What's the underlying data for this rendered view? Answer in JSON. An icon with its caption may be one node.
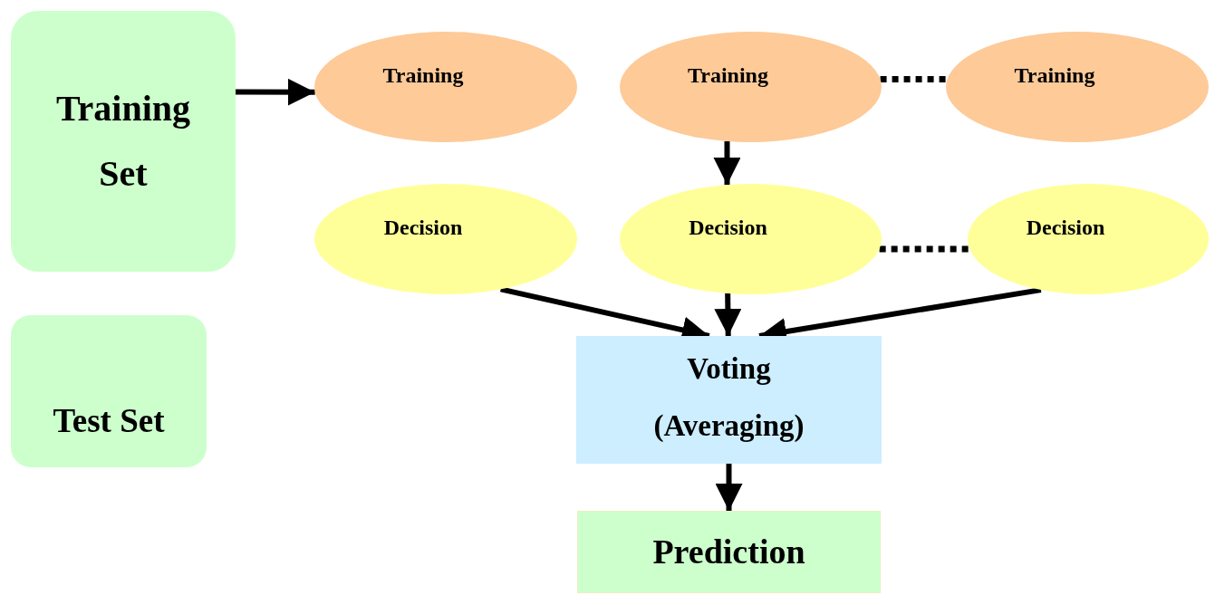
{
  "diagram": {
    "nodes": [
      {
        "text": [
          "Training Set"
        ]
      },
      {
        "text": [
          "Test Set"
        ]
      },
      {
        "text": [
          "Training"
        ]
      },
      {
        "text": [
          "Training"
        ]
      },
      {
        "text": [
          "Training"
        ]
      },
      {
        "text": [
          "Decision"
        ]
      },
      {
        "text": [
          "Decision"
        ]
      },
      {
        "text": [
          "Decision"
        ]
      },
      {
        "text": [
          "Voting",
          "(Averaging)"
        ]
      },
      {
        "text": [
          "Prediction"
        ]
      }
    ],
    "edges": [
      {
        "from": 0,
        "to": 2,
        "arrow": "to"
      },
      {
        "from": 3,
        "to": 4,
        "arrow": "none",
        "style": "dashed"
      },
      {
        "from": 3,
        "to": 6,
        "arrow": "to"
      },
      {
        "from": 6,
        "to": 7,
        "arrow": "none",
        "style": "dashed"
      },
      {
        "from": 5,
        "to": 8,
        "arrow": "to"
      },
      {
        "from": 6,
        "to": 8,
        "arrow": "to"
      },
      {
        "from": 7,
        "to": 8,
        "arrow": "to"
      },
      {
        "from": 8,
        "to": 9,
        "arrow": "to"
      }
    ]
  }
}
